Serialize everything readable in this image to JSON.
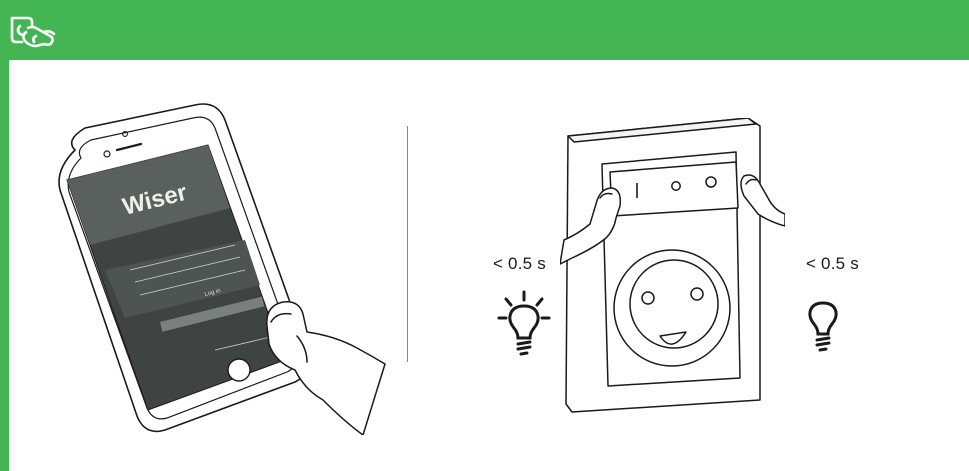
{
  "colors": {
    "accent": "#43b653",
    "line": "#1a1a1a"
  },
  "header": {
    "icon": "hand-card-icon"
  },
  "phone": {
    "app_title": "Wiser",
    "log_in_label": "Log in"
  },
  "labels": {
    "left_time": "< 0.5 s",
    "right_time": "< 0.5 s"
  },
  "icons": {
    "left": "lightbulb-on-icon",
    "right": "lightbulb-off-icon"
  }
}
